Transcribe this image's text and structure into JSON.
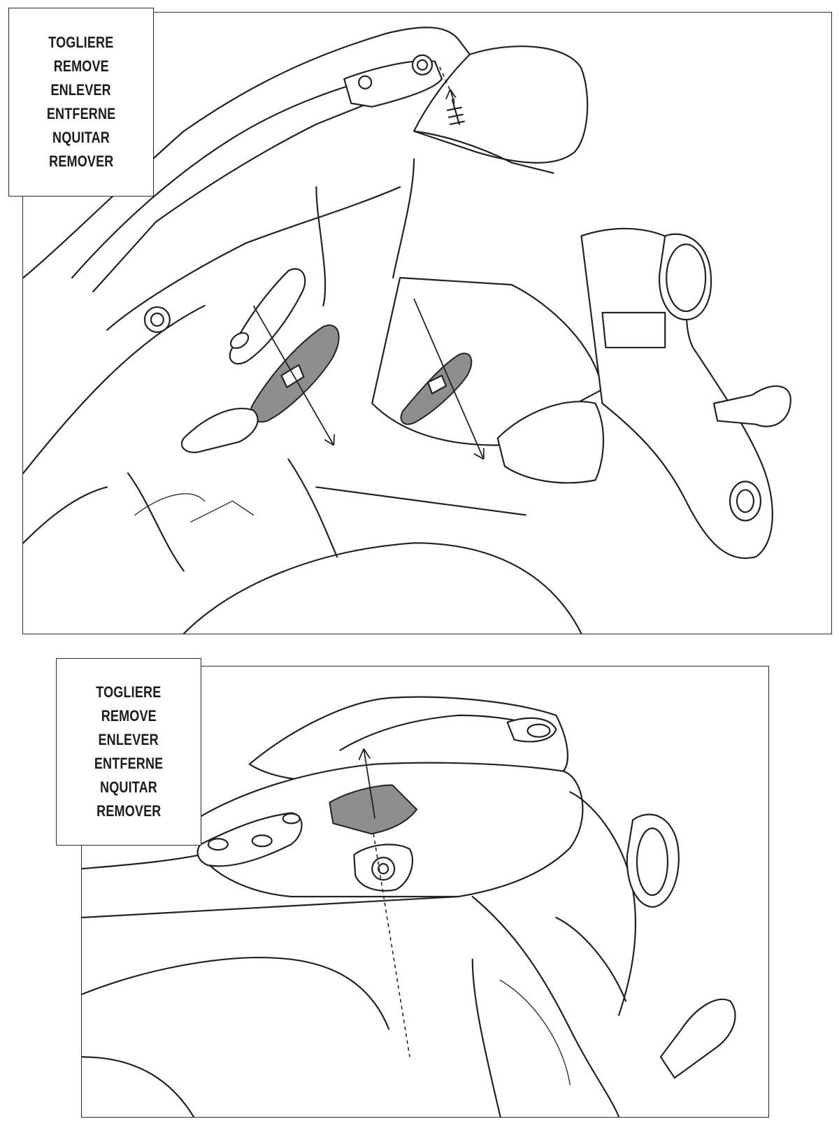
{
  "labels": {
    "top": [
      "TOGLIERE",
      "REMOVE",
      "ENLEVER",
      "ENTFERNE",
      "NQUITAR",
      "REMOVER"
    ],
    "bottom": [
      "TOGLIERE",
      "REMOVE",
      "ENLEVER",
      "ENTFERNE",
      "NQUITAR",
      "REMOVER"
    ]
  },
  "colors": {
    "line": "#222222",
    "highlight_part": "#8e8e8e",
    "background": "#ffffff"
  },
  "icons": {
    "arrow": "arrow-icon",
    "screw": "screw-icon"
  }
}
